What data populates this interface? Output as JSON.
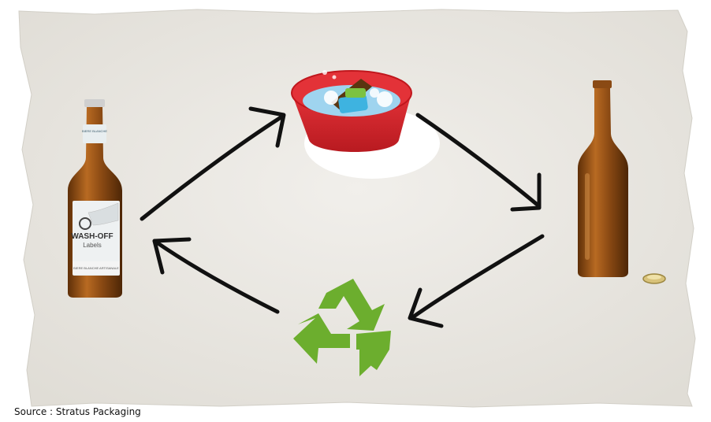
{
  "label": {
    "brand_line1": "WASH-OFF",
    "brand_line2": "Labels",
    "neck_text": "BIERE BLANCHE",
    "body_small_1": "BIERE BLANCHE ARTISANALE"
  },
  "source_caption": "Source : Stratus Packaging",
  "colors": {
    "paper": "#e9e7e2",
    "amber_glass": "#8a4a14",
    "basin_red": "#d8232a",
    "recycle_green": "#6cae2e",
    "arrow": "#111111"
  },
  "icons": [
    "labeled-bottle-icon",
    "wash-basin-icon",
    "clean-bottle-icon",
    "bottle-cap-icon",
    "recycle-icon"
  ]
}
